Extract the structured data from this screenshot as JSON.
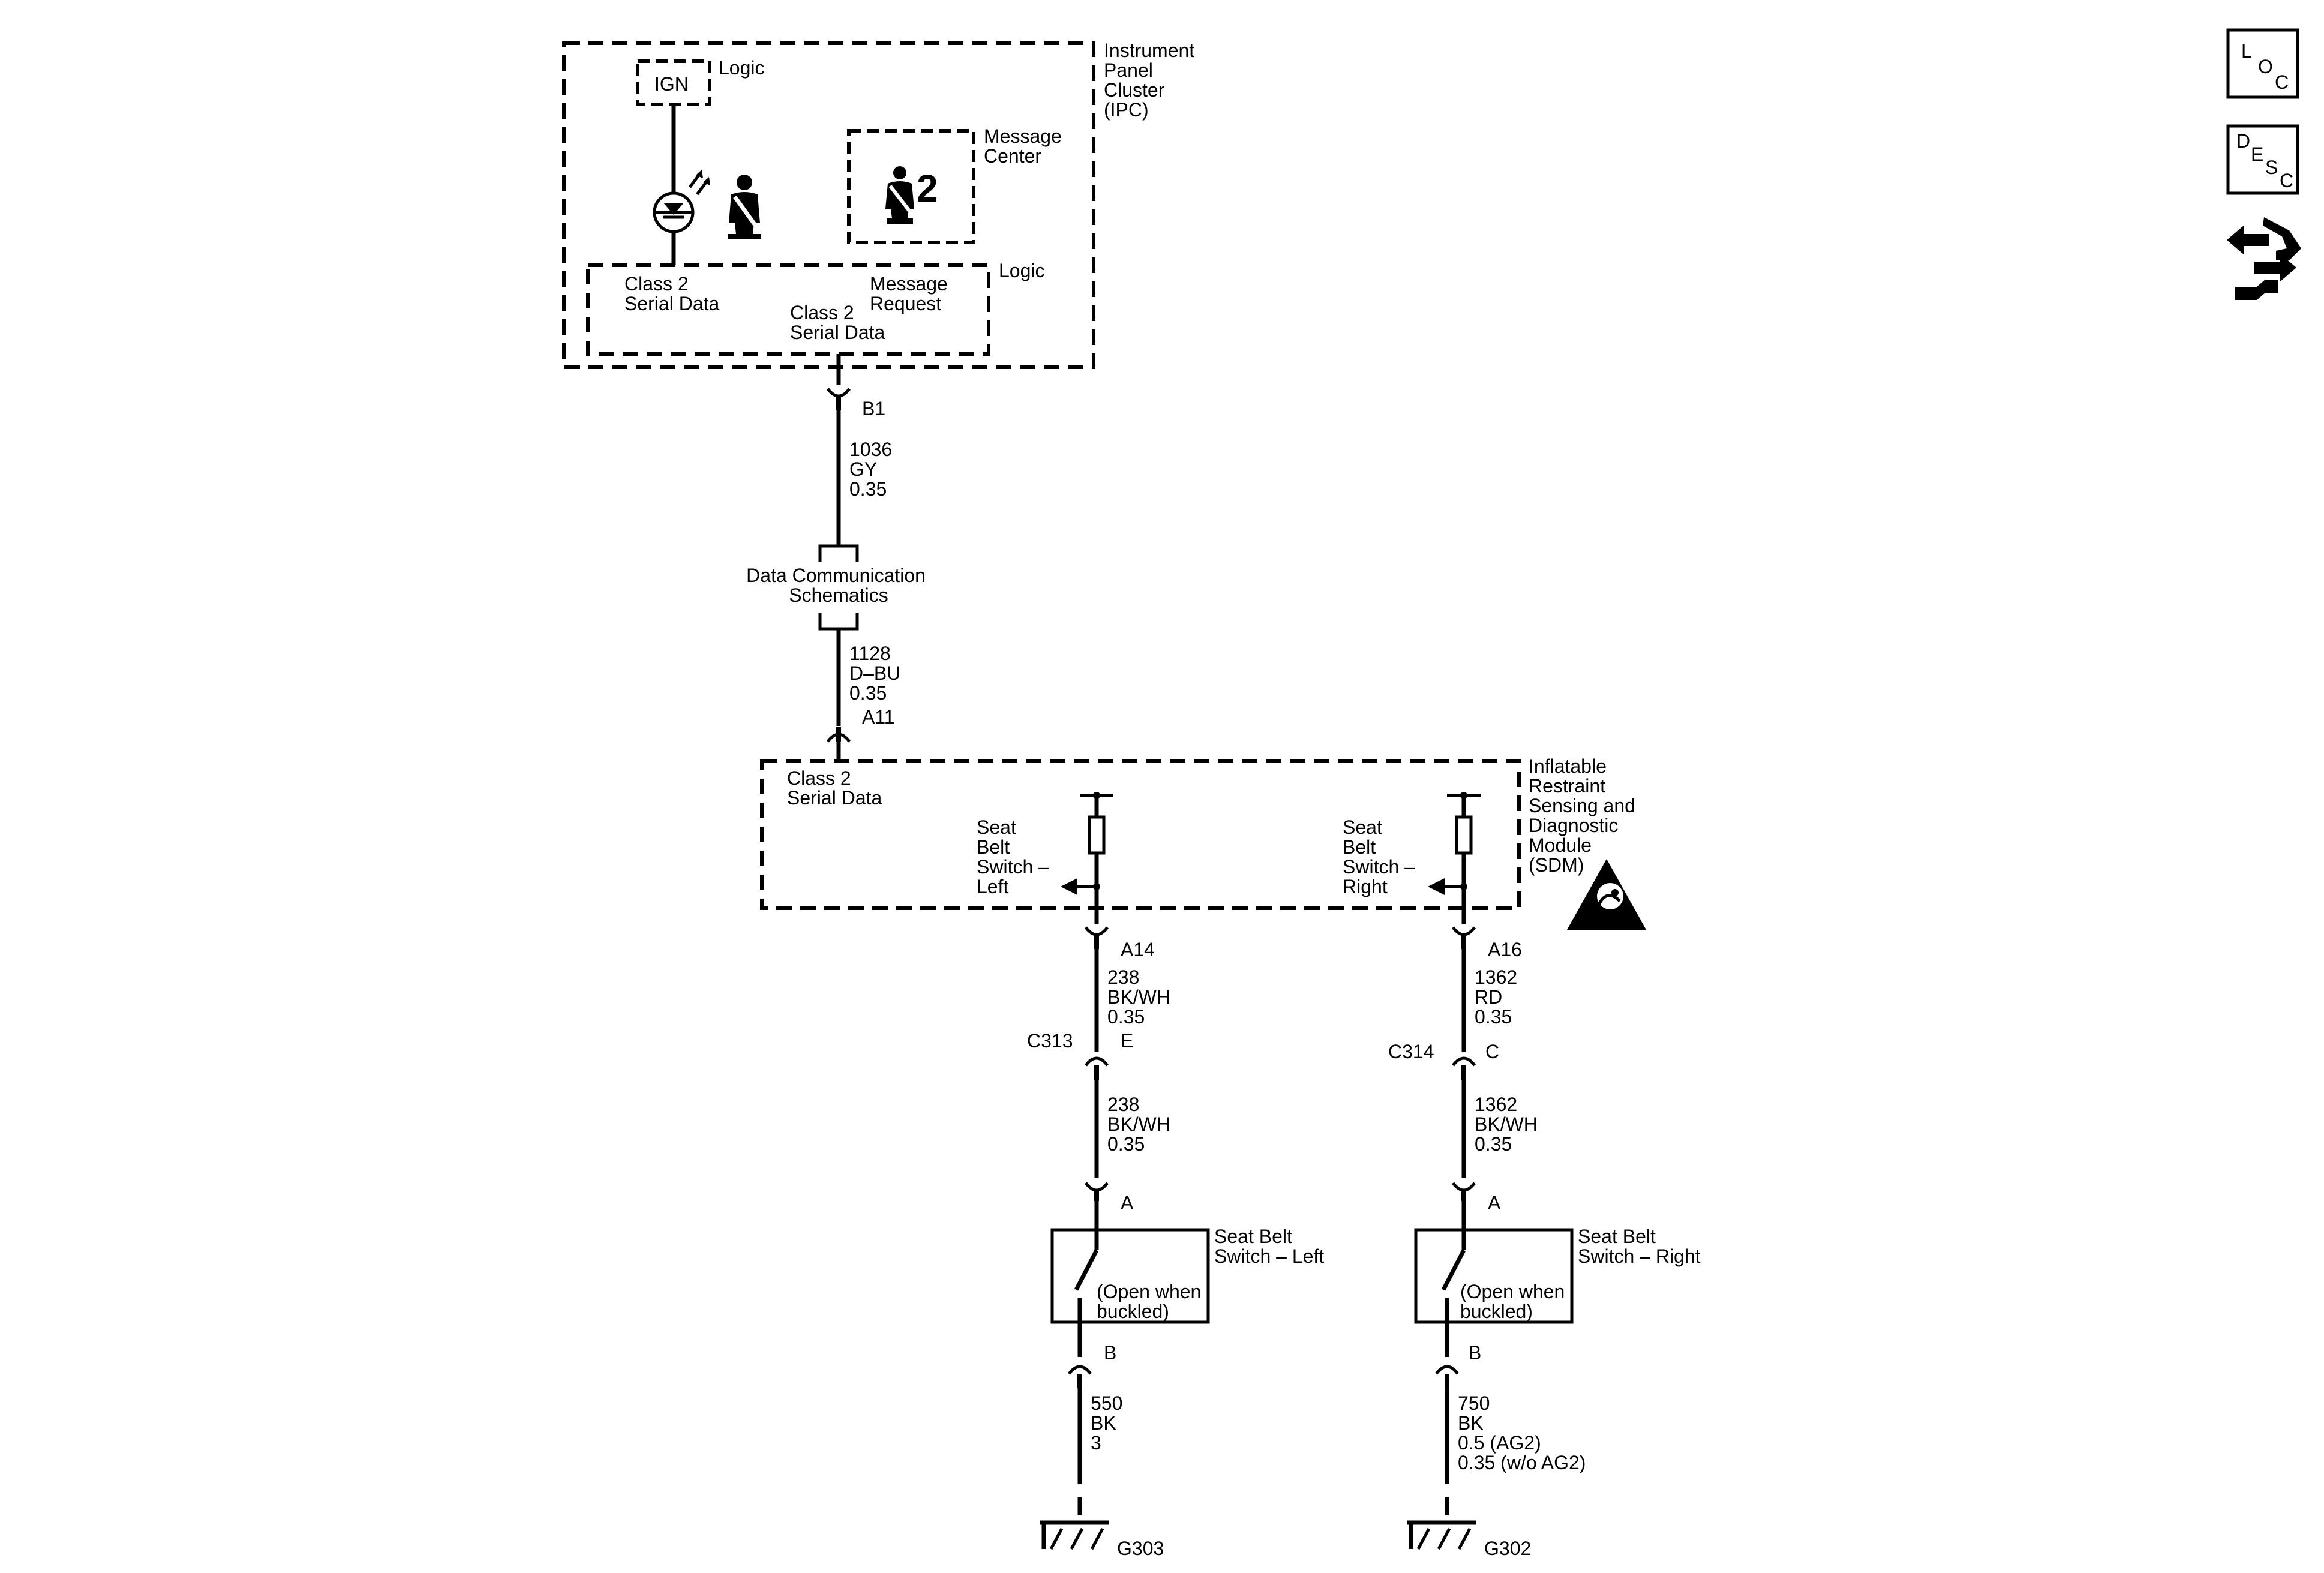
{
  "ipc": {
    "name_lines": [
      "Instrument",
      "Panel",
      "Cluster",
      "(IPC)"
    ],
    "ign": "IGN",
    "logic_top": "Logic",
    "message_center_lines": [
      "Message",
      "Center"
    ],
    "logic_inner": "Logic",
    "serial_left_lines": [
      "Class 2",
      "Serial Data"
    ],
    "message_request_lines": [
      "Message",
      "Request"
    ],
    "serial_bottom_lines": [
      "Class 2",
      "Serial Data"
    ],
    "icon_badge": "2"
  },
  "ipc_connector": {
    "pin": "B1"
  },
  "wire_ipc_dlc": {
    "circuit": "1036",
    "color": "GY",
    "gauge": "0.35"
  },
  "splice": {
    "label_lines": [
      "Data Communication",
      "Schematics"
    ]
  },
  "wire_dlc_sdm": {
    "circuit": "1128",
    "color": "D–BU",
    "gauge": "0.35"
  },
  "sdm_connector_a11": {
    "pin": "A11"
  },
  "sdm": {
    "name_lines": [
      "Inflatable",
      "Restraint",
      "Sensing and",
      "Diagnostic",
      "Module",
      "(SDM)"
    ],
    "serial_lines": [
      "Class 2",
      "Serial Data"
    ],
    "left_input_lines": [
      "Seat",
      "Belt",
      "Switch –",
      "Left"
    ],
    "right_input_lines": [
      "Seat",
      "Belt",
      "Switch –",
      "Right"
    ]
  },
  "left_branch": {
    "sdm_pin": "A14",
    "wire1": {
      "circuit": "238",
      "color": "BK/WH",
      "gauge": "0.35"
    },
    "inline_connector": "C313",
    "inline_pin": "E",
    "wire2": {
      "circuit": "238",
      "color": "BK/WH",
      "gauge": "0.35"
    },
    "switch_pin_top": "A",
    "switch_name_lines": [
      "Seat Belt",
      "Switch – Left"
    ],
    "switch_note_lines": [
      "(Open when",
      "buckled)"
    ],
    "switch_pin_bottom": "B",
    "wire3": {
      "circuit": "550",
      "color": "BK",
      "gauge": "3"
    },
    "ground": "G303"
  },
  "right_branch": {
    "sdm_pin": "A16",
    "wire1": {
      "circuit": "1362",
      "color": "RD",
      "gauge": "0.35"
    },
    "inline_connector": "C314",
    "inline_pin": "C",
    "wire2": {
      "circuit": "1362",
      "color": "BK/WH",
      "gauge": "0.35"
    },
    "switch_pin_top": "A",
    "switch_name_lines": [
      "Seat Belt",
      "Switch – Right"
    ],
    "switch_note_lines": [
      "(Open when",
      "buckled)"
    ],
    "switch_pin_bottom": "B",
    "wire3": {
      "circuit": "750",
      "color": "BK",
      "gauge_lines": [
        "0.5 (AG2)",
        "0.35 (w/o AG2)"
      ]
    },
    "ground": "G302"
  },
  "nav": {
    "loc": [
      "L",
      "O",
      "C"
    ],
    "desc": [
      "D",
      "E",
      "S",
      "C"
    ],
    "swap_icon": "connector-swap-icon"
  }
}
